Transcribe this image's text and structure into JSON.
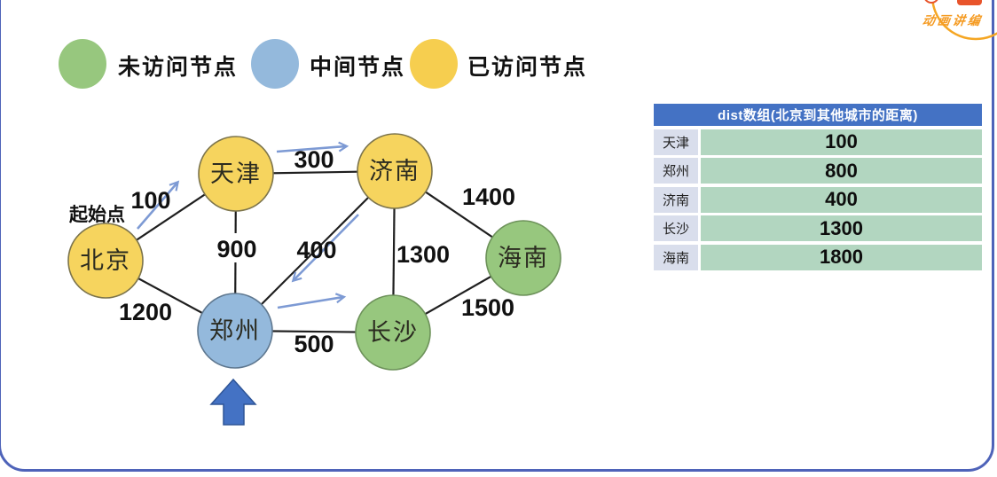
{
  "logo": {
    "text": "动画讲编"
  },
  "legend": {
    "items": [
      {
        "label": "未访问节点",
        "state": "unvisited",
        "color": "#97C77E"
      },
      {
        "label": "中间节点",
        "state": "intermediate",
        "color": "#94B9DC"
      },
      {
        "label": "已访问节点",
        "state": "visited",
        "color": "#F6CE4F"
      }
    ]
  },
  "graph": {
    "start_annotation": "起始点",
    "nodes": [
      {
        "id": "beijing",
        "label": "北京",
        "state": "visited"
      },
      {
        "id": "tianjin",
        "label": "天津",
        "state": "visited"
      },
      {
        "id": "jinan",
        "label": "济南",
        "state": "visited"
      },
      {
        "id": "zhengzhou",
        "label": "郑州",
        "state": "intermediate"
      },
      {
        "id": "changsha",
        "label": "长沙",
        "state": "unvisited"
      },
      {
        "id": "hainan",
        "label": "海南",
        "state": "unvisited"
      }
    ],
    "edges": [
      {
        "from": "北京",
        "to": "天津",
        "weight": 100
      },
      {
        "from": "北京",
        "to": "郑州",
        "weight": 1200
      },
      {
        "from": "天津",
        "to": "济南",
        "weight": 300
      },
      {
        "from": "天津",
        "to": "郑州",
        "weight": 900
      },
      {
        "from": "济南",
        "to": "郑州",
        "weight": 400
      },
      {
        "from": "济南",
        "to": "长沙",
        "weight": 1300
      },
      {
        "from": "济南",
        "to": "海南",
        "weight": 1400
      },
      {
        "from": "郑州",
        "to": "长沙",
        "weight": 500
      },
      {
        "from": "长沙",
        "to": "海南",
        "weight": 1500
      }
    ],
    "current_node": "郑州"
  },
  "table": {
    "header": "dist数组(北京到其他城市的距离)",
    "rows": [
      {
        "city": "天津",
        "distance": 100
      },
      {
        "city": "郑州",
        "distance": 800
      },
      {
        "city": "济南",
        "distance": 400
      },
      {
        "city": "长沙",
        "distance": 1300
      },
      {
        "city": "海南",
        "distance": 1800
      }
    ]
  },
  "colors": {
    "visited": "#F6D45E",
    "intermediate": "#94B9DC",
    "unvisited": "#97C77E",
    "edge": "#1f1f1f",
    "flow_arrow": "#7D9AD4",
    "current_arrow": "#4472C4",
    "table_header_bg": "#4472C4",
    "table_city_bg": "#D9DEEC",
    "table_value_bg": "#B2D6C0",
    "frame_border": "#4E63B9",
    "logo_orange": "#F59B22"
  }
}
